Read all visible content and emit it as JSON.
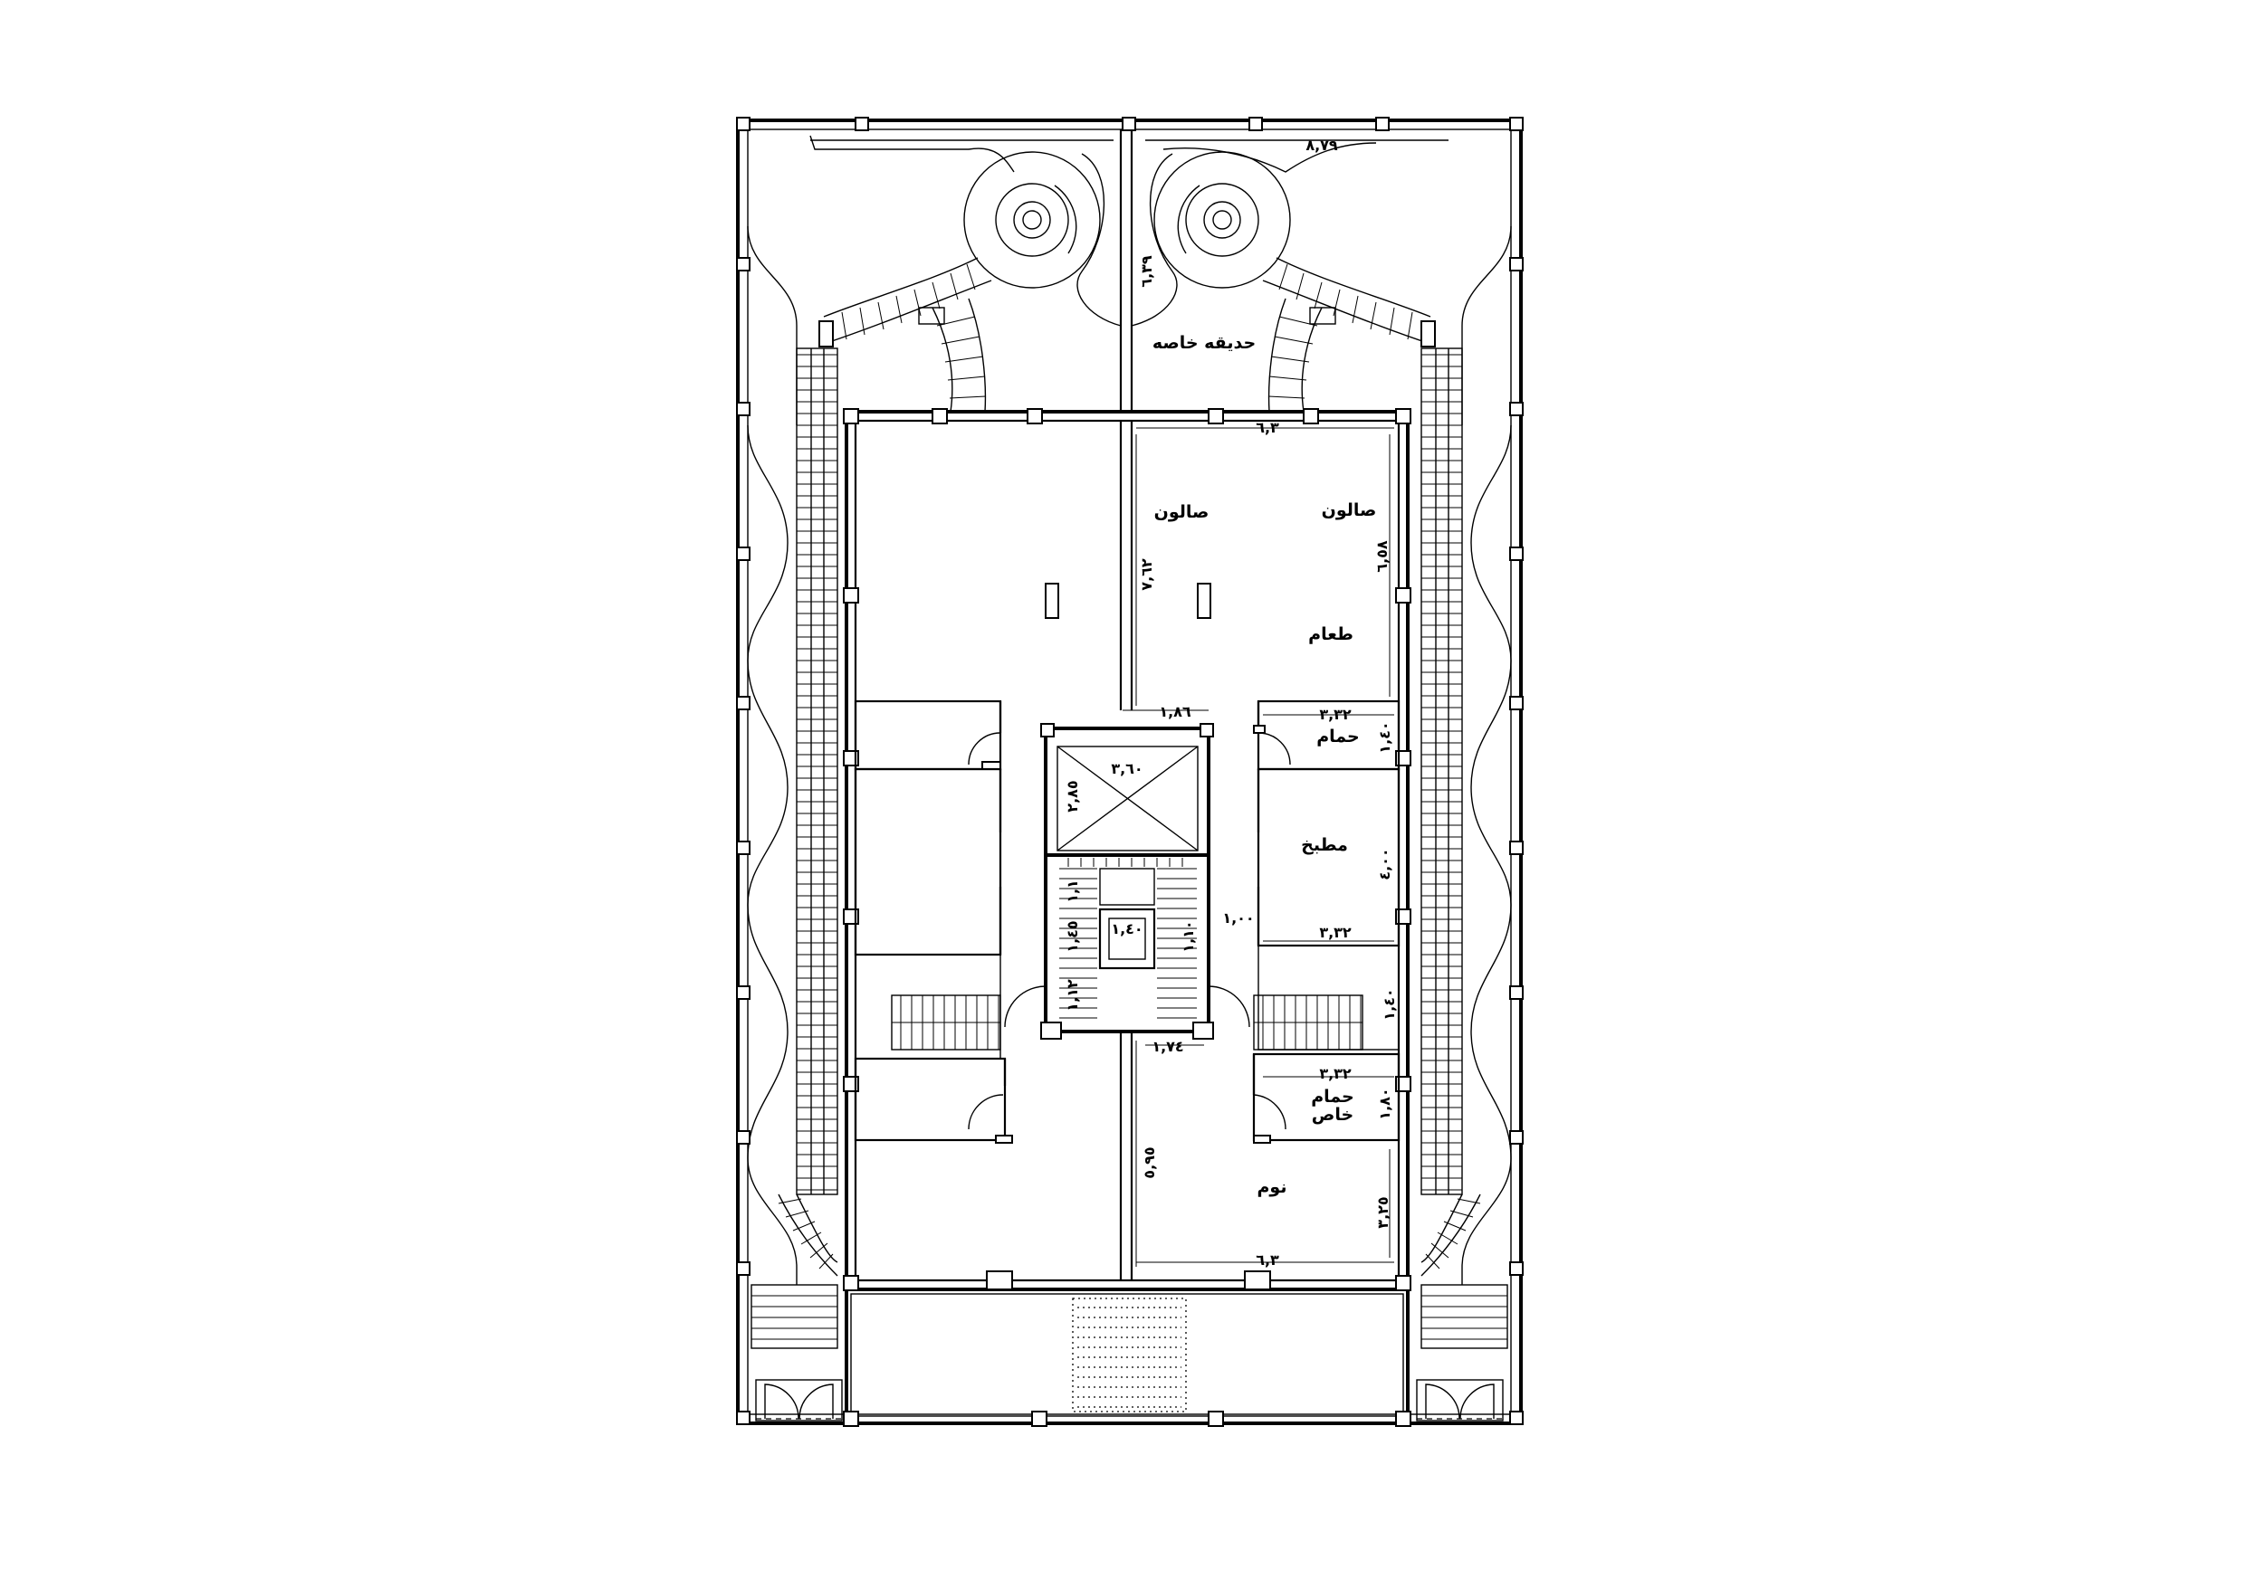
{
  "rooms": {
    "private_garden": "حديقه خاصه",
    "salon_left": "صالون",
    "salon_right": "صالون",
    "dining": "طعام",
    "bath_top": "حمام",
    "kitchen": "مطبخ",
    "bath_private_1": "حمام",
    "bath_private_2": "خاص",
    "bedroom": "نوم"
  },
  "dimensions": {
    "garden_top": "٨,٧٩",
    "garden_depth": "٦,٣٩",
    "living_width": "٦,٣",
    "living_depth_left": "٧,٦٢",
    "living_depth_right": "٦,٥٨",
    "corridor": "١,٨٦",
    "bath_top_width": "٣,٣٢",
    "bath_top_depth": "١,٤٠",
    "lift_width": "٣,٦٠",
    "lift_depth": "٢,٨٥",
    "kitchen_depth": "٤,٠٠",
    "kitchen_door": "١,٠٠",
    "kitchen_width": "٣,٣٢",
    "stair_a": "١,١",
    "stair_b": "١,٤٥",
    "stair_c": "١,٤٠",
    "stair_d": "١,١٠",
    "stair_e": "١,١٢",
    "landing": "١,٤٠",
    "hall": "١,٧٤",
    "bath_private_width": "٣,٣٢",
    "bath_private_depth": "١,٨٠",
    "bed_depth": "٥,٩٥",
    "bed_depth_right": "٣,٢٥",
    "bed_width": "٦,٣"
  }
}
